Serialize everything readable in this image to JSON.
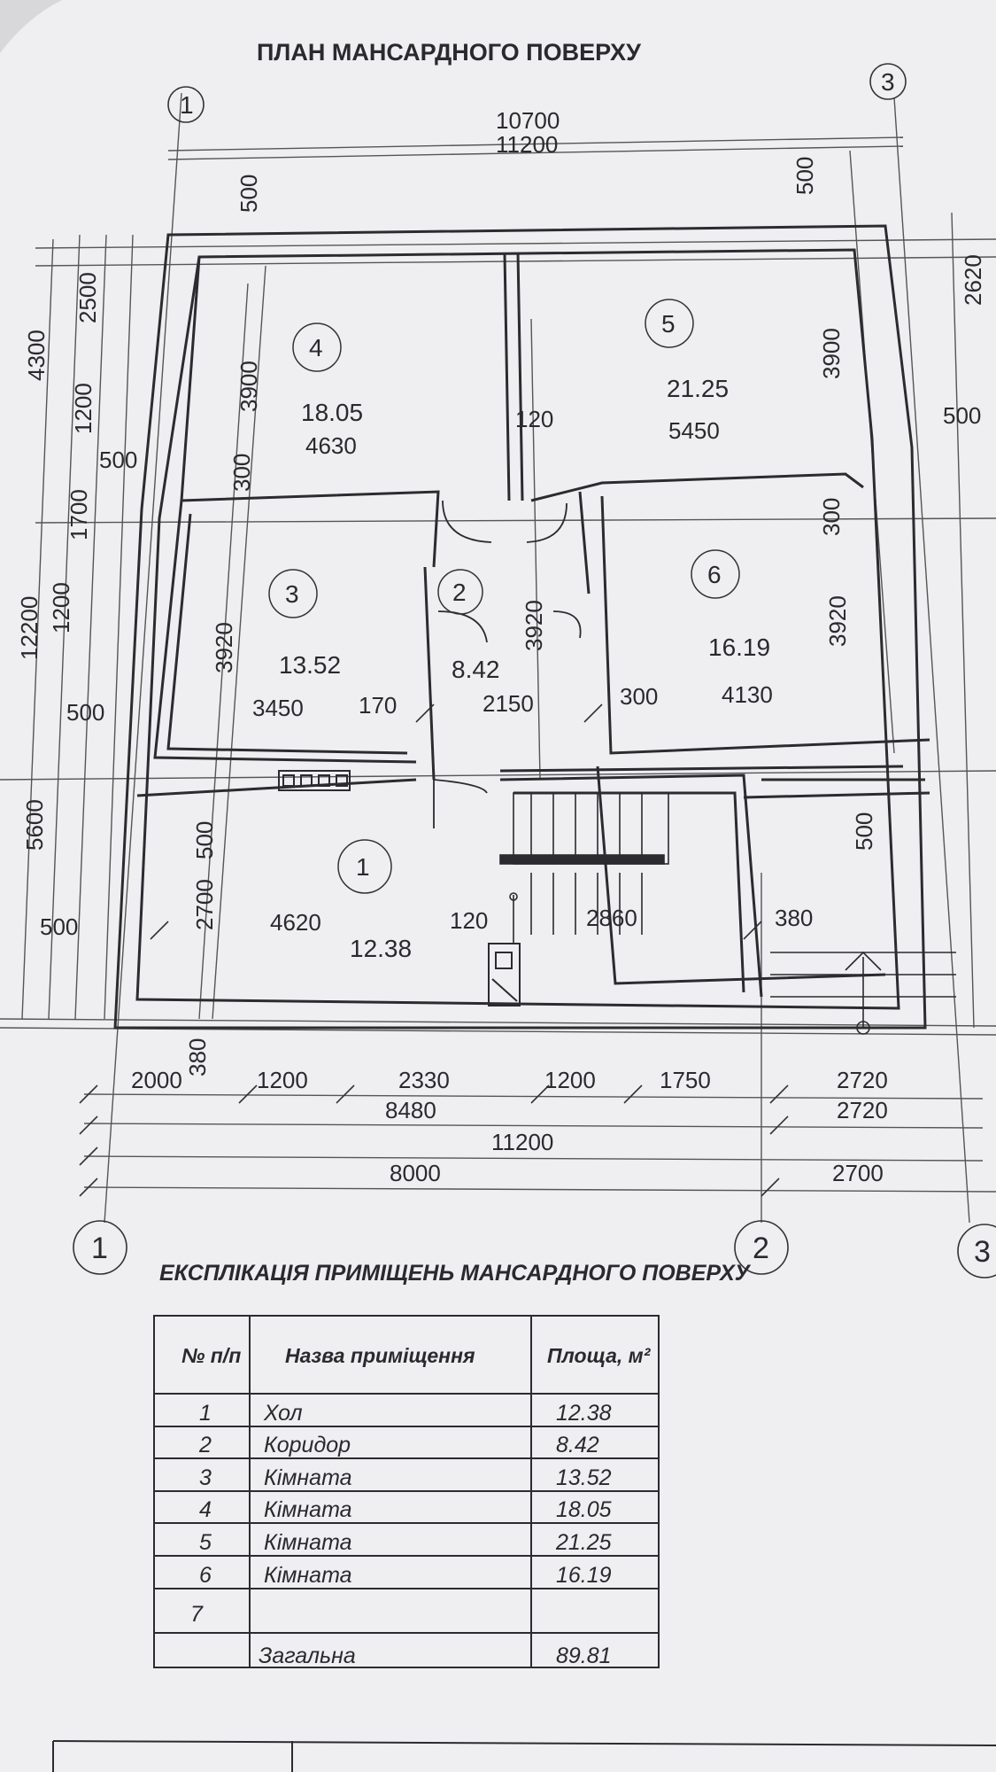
{
  "plan_title": "ПЛАН МАНСАРДНОГО ПОВЕРХУ",
  "axes": {
    "a1_top": "1",
    "a3_top": "3",
    "a1_bottom": "1",
    "a2_bottom": "2",
    "a3_bottom": "3"
  },
  "rooms": [
    {
      "no": "1",
      "area": "12.38"
    },
    {
      "no": "2",
      "area": "8.42"
    },
    {
      "no": "3",
      "area": "13.52"
    },
    {
      "no": "4",
      "area": "18.05"
    },
    {
      "no": "5",
      "area": "21.25"
    },
    {
      "no": "6",
      "area": "16.19"
    }
  ],
  "dimensions": {
    "top_10700": "10700",
    "top_11200": "11200",
    "top_500_left": "500",
    "top_500_right": "500",
    "left_4300": "4300",
    "left_2500": "2500",
    "left_1200_a": "1200",
    "left_1700": "1700",
    "left_12200": "12200",
    "left_1200_b": "1200",
    "left_5600": "5600",
    "left_500_a": "500",
    "left_500_b": "500",
    "left_500_c": "500",
    "r4_3900": "3900",
    "r4_300": "300",
    "r4_4630": "4630",
    "wall_120": "120",
    "r5_5450": "5450",
    "r5_3900": "3900",
    "right_2620": "2620",
    "right_500": "500",
    "r3_3920": "3920",
    "r3_3450": "3450",
    "r3_170": "170",
    "r2_3920": "3920",
    "r2_2150": "2150",
    "r6_300_side": "300",
    "r6_3920": "3920",
    "r6_300": "300",
    "r6_4130": "4130",
    "mid_500": "500",
    "r1_2700": "2700",
    "r1_500": "500",
    "r1_4620": "4620",
    "r1_120": "120",
    "r1_2860": "2860",
    "r1_380": "380",
    "b_380": "380",
    "b_2000": "2000",
    "b_1200_a": "1200",
    "b_2330": "2330",
    "b_1200_b": "1200",
    "b_1750": "1750",
    "b_2720_a": "2720",
    "b_8480": "8480",
    "b_2720_b": "2720",
    "b_11200": "11200",
    "b_8000": "8000",
    "b_2700": "2700"
  },
  "table": {
    "title": "ЕКСПЛІКАЦІЯ ПРИМІЩЕНЬ  МАНСАРДНОГО ПОВЕРХУ",
    "headers": {
      "no": "№ п/п",
      "name": "Назва приміщення",
      "area": "Площа, м²"
    },
    "rows": [
      {
        "no": "1",
        "name": "Хол",
        "area": "12.38"
      },
      {
        "no": "2",
        "name": "Коридор",
        "area": "8.42"
      },
      {
        "no": "3",
        "name": "Кімната",
        "area": "13.52"
      },
      {
        "no": "4",
        "name": "Кімната",
        "area": "18.05"
      },
      {
        "no": "5",
        "name": "Кімната",
        "area": "21.25"
      },
      {
        "no": "6",
        "name": "Кімната",
        "area": "16.19"
      },
      {
        "no": "7",
        "name": "",
        "area": ""
      }
    ],
    "total_label": "Загальна",
    "total_area": "89.81"
  }
}
